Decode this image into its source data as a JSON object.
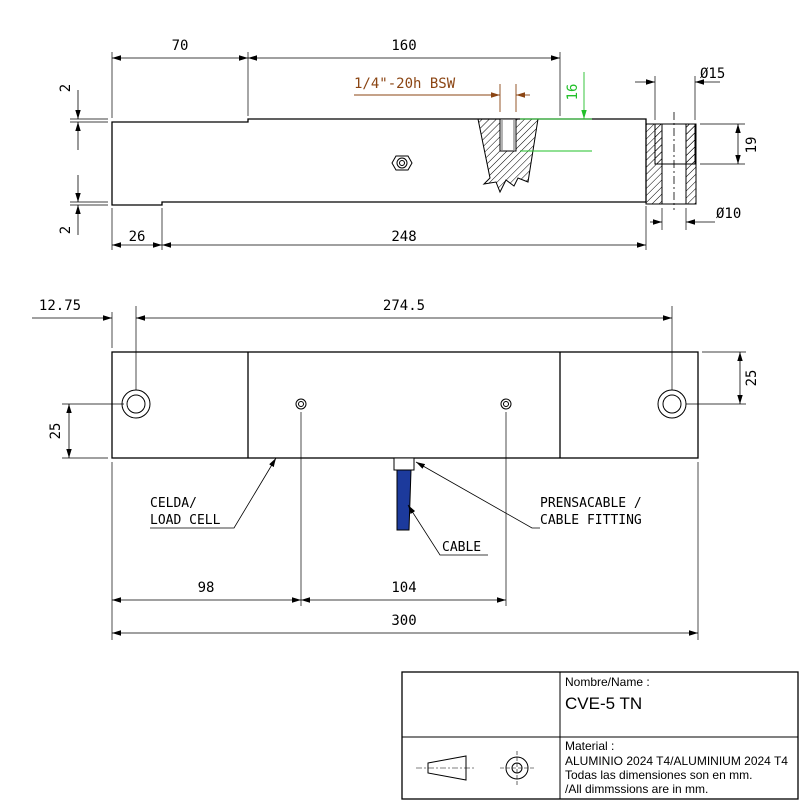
{
  "top_view": {
    "dim_70": "70",
    "dim_160": "160",
    "thread_label": "1/4\"-20h BSW",
    "dim_16": "16",
    "dia_15": "Ø15",
    "dim_19": "19",
    "dia_10": "Ø10",
    "dim_2_top": "2",
    "dim_2_bottom": "2",
    "dim_26": "26",
    "dim_248": "248"
  },
  "front_view": {
    "dim_12_75": "12.75",
    "dim_274_5": "274.5",
    "dim_25_left": "25",
    "dim_25_right": "25",
    "label_celda_1": "CELDA/",
    "label_celda_2": "LOAD CELL",
    "label_fitting_1": "PRENSACABLE /",
    "label_fitting_2": "CABLE FITTING",
    "label_cable": "CABLE",
    "dim_98": "98",
    "dim_104": "104",
    "dim_300": "300"
  },
  "title_block": {
    "name_label": "Nombre/Name :",
    "name_value": "CVE-5 TN",
    "material_label": "Material :",
    "material_value": "ALUMINIO 2024 T4/ALUMINIUM 2024 T4",
    "note_es": "Todas las dimensiones son en mm.",
    "note_en": "/All dimmssions are in mm."
  },
  "colors": {
    "line": "#000000",
    "thread_dim": "#8b4513",
    "depth_dim": "#22c02a",
    "cable": "#1c3a9c"
  }
}
